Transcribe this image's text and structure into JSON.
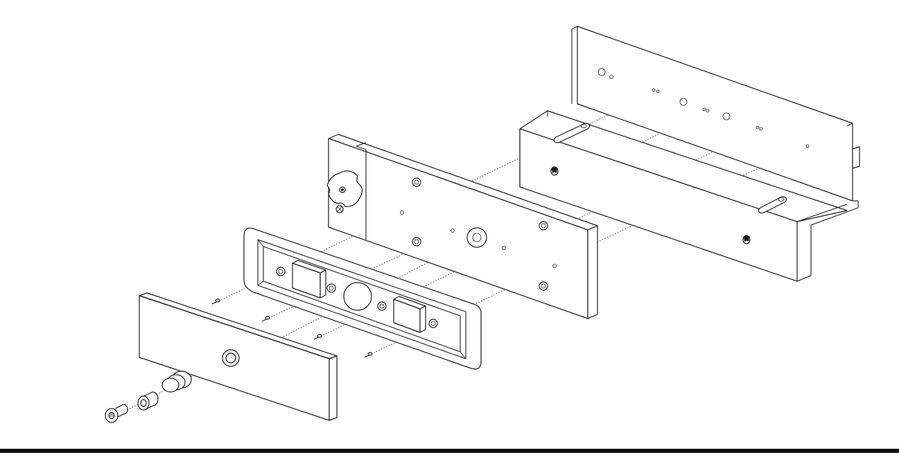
{
  "figure": {
    "kind": "exploded-isometric-line-drawing",
    "parts": [
      "mounting-bracket",
      "lock-body-plate",
      "armature-housing-frame",
      "armature-plate",
      "mounting-screws",
      "sex-bolt",
      "spacer-sleeve",
      "rubber-washers"
    ],
    "line_color": "#1a1a1a",
    "background": "#ffffff",
    "bottom_rule_color": "#111111"
  }
}
